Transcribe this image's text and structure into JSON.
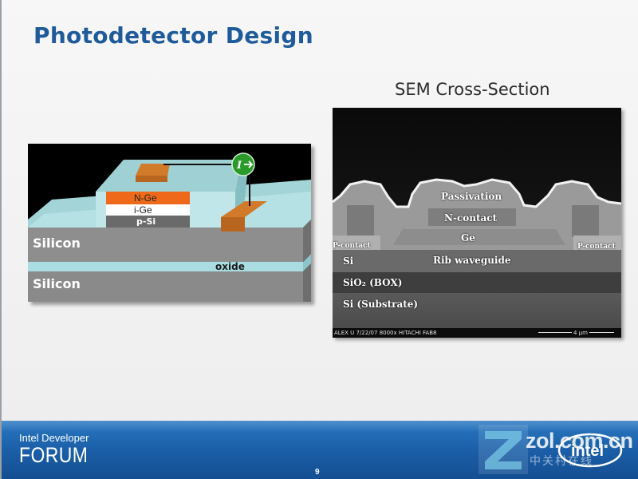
{
  "slide": {
    "title": "Photodetector Design",
    "page_number": "9"
  },
  "left_diagram": {
    "labels": {
      "n_ge": "N-Ge",
      "i_ge": "i-Ge",
      "p_si": "p-Si",
      "silicon_top": "Silicon",
      "oxide": "oxide",
      "silicon_bottom": "Silicon",
      "current": "I"
    },
    "colors": {
      "contact": "#d07a2a",
      "n_ge": "#ee6a1a",
      "oxide": "#a9dde2",
      "silicon": "#8c8c8c"
    }
  },
  "sem": {
    "heading": "SEM Cross-Section",
    "labels": {
      "passivation": "Passivation",
      "n_contact": "N-contact",
      "ge": "Ge",
      "p_contact_left": "P-contact",
      "p_contact_right": "P-contact",
      "si": "Si",
      "rib_waveguide": "Rib waveguide",
      "sio2_box": "SiO₂ (BOX)",
      "si_substrate": "Si (Substrate)"
    },
    "info_bar": "ALEX U 7/22/07  8000x  HITACHI FAB8",
    "scale": "4 μm"
  },
  "footer": {
    "brand_top": "Intel Developer",
    "brand_bottom": "FORUM",
    "watermark": "zol.com.cn",
    "watermark_sub": "中关村在线",
    "intel_logo": "intel"
  }
}
